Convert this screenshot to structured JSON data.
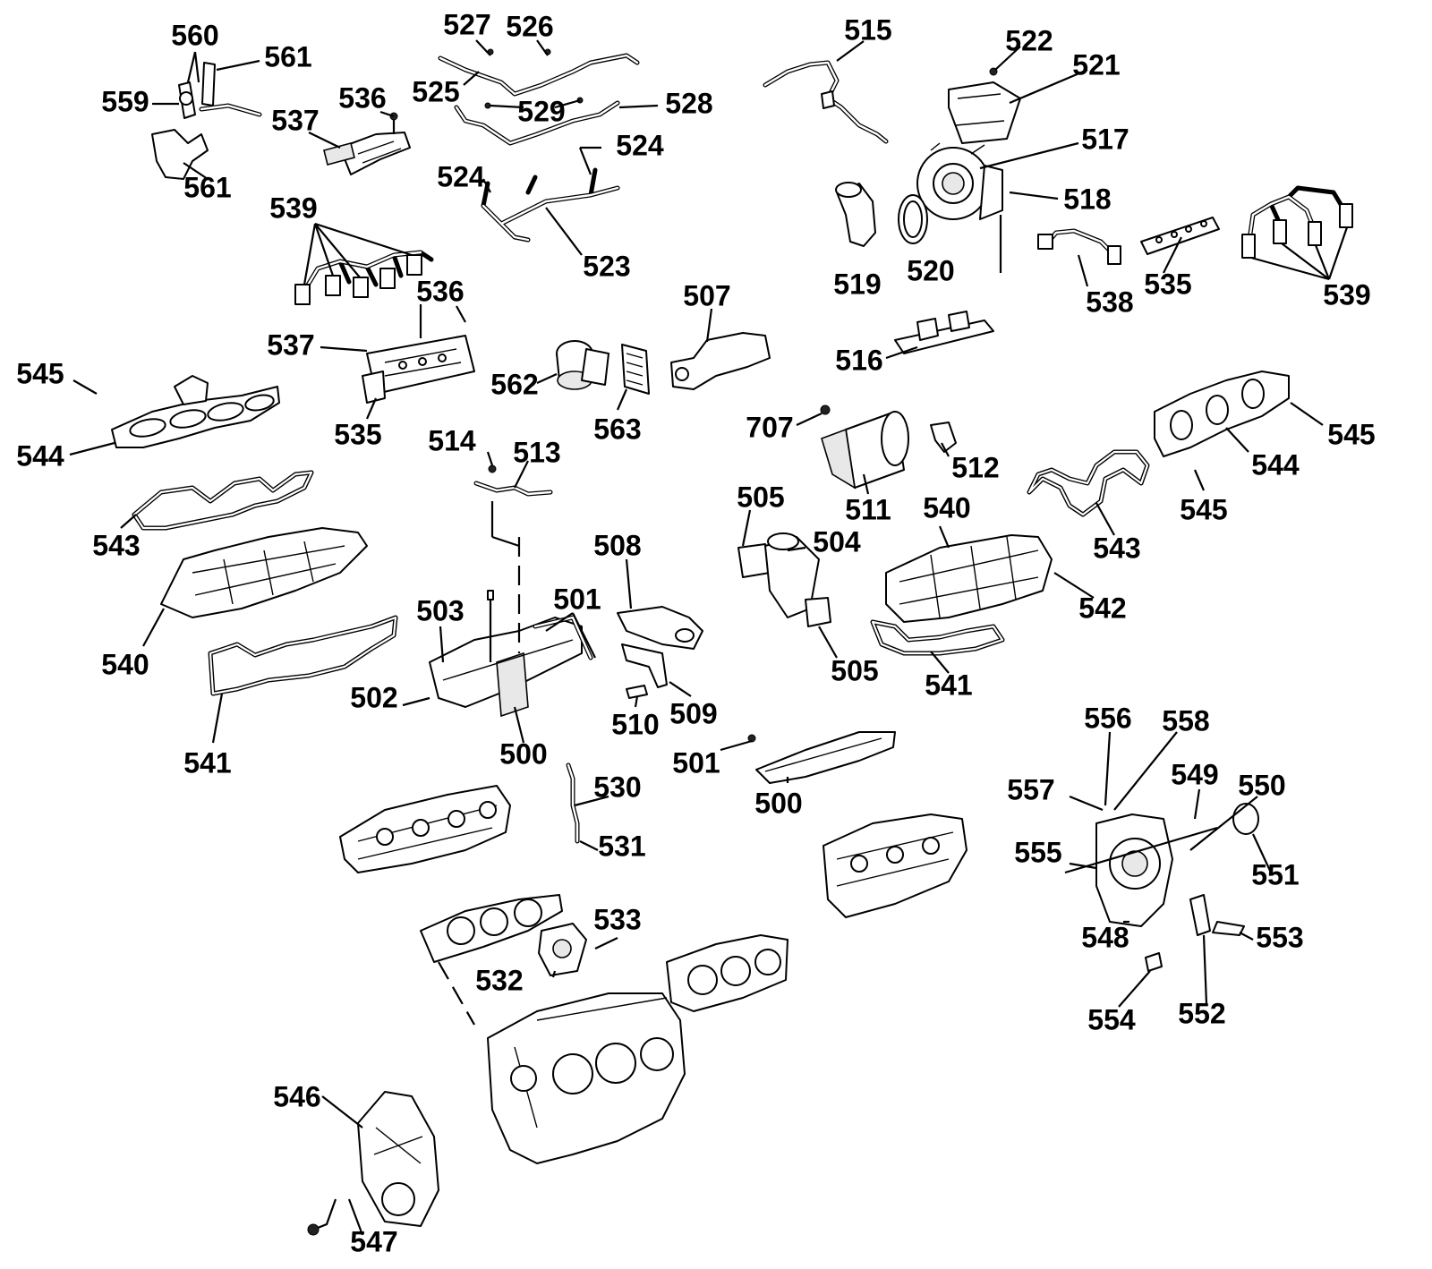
{
  "diagram": {
    "callouts": {
      "c500a": "500",
      "c500b": "500",
      "c501a": "501",
      "c501b": "501",
      "c502": "502",
      "c503": "503",
      "c504": "504",
      "c505a": "505",
      "c505b": "505",
      "c507": "507",
      "c508": "508",
      "c509": "509",
      "c510": "510",
      "c511": "511",
      "c512": "512",
      "c513": "513",
      "c514": "514",
      "c515": "515",
      "c516": "516",
      "c517": "517",
      "c518": "518",
      "c519": "519",
      "c520": "520",
      "c521": "521",
      "c522": "522",
      "c523": "523",
      "c524a": "524",
      "c524b": "524",
      "c525": "525",
      "c526": "526",
      "c527": "527",
      "c528": "528",
      "c529": "529",
      "c530": "530",
      "c531": "531",
      "c532": "532",
      "c533": "533",
      "c535a": "535",
      "c535b": "535",
      "c536a": "536",
      "c536b": "536",
      "c537a": "537",
      "c537b": "537",
      "c538": "538",
      "c539a": "539",
      "c539b": "539",
      "c540a": "540",
      "c540b": "540",
      "c541a": "541",
      "c541b": "541",
      "c542": "542",
      "c543a": "543",
      "c543b": "543",
      "c544a": "544",
      "c544b": "544",
      "c545a": "545",
      "c545b": "545",
      "c545c": "545",
      "c546": "546",
      "c547": "547",
      "c548": "548",
      "c549": "549",
      "c550": "550",
      "c551": "551",
      "c552": "552",
      "c553": "553",
      "c554": "554",
      "c555": "555",
      "c556": "556",
      "c557": "557",
      "c558": "558",
      "c559": "559",
      "c560": "560",
      "c561a": "561",
      "c561b": "561",
      "c562": "562",
      "c563": "563",
      "c707": "707"
    }
  }
}
